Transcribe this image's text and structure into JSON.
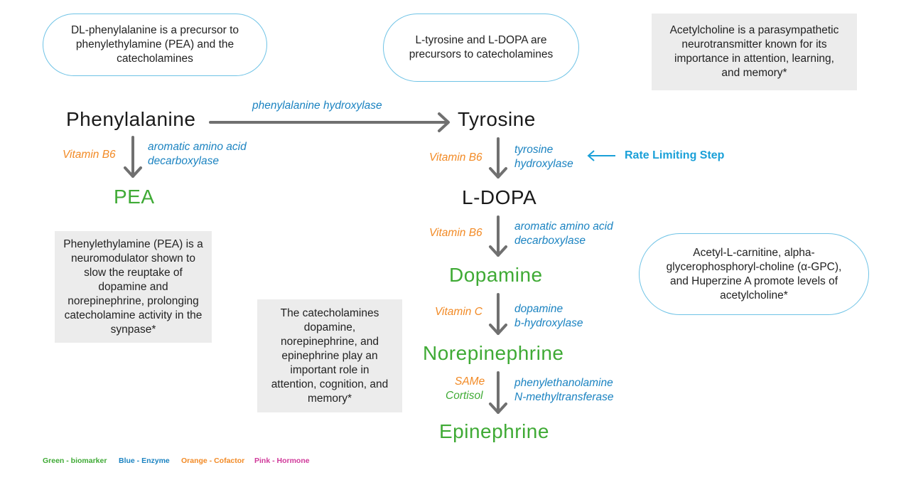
{
  "callouts": {
    "dl_phenylalanine": "DL-phenylalanine is a precursor to phenylethylamine (PEA) and the catecholamines",
    "tyrosine_ldopa": "L-tyrosine and L-DOPA are precursors to catecholamines",
    "acetylcholine": "Acetylcholine is a parasympathetic neurotransmitter known for its importance in attention, learning, and memory*",
    "acetylcholine_promoters": "Acetyl-L-carnitine, alpha-glycerophosphoryl-choline (α-GPC), and Huperzine A promote levels of acetylcholine*",
    "pea_info": "Phenylethylamine (PEA) is a neuromodulator shown to slow the reuptake of dopamine and norepinephrine, prolonging catecholamine activity in the synpase*",
    "catecholamines_info": "The catecholamines dopamine, norepinephrine, and epinephrine play an important role in attention, cognition, and memory*"
  },
  "nodes": {
    "phenylalanine": "Phenylalanine",
    "tyrosine": "Tyrosine",
    "pea": "PEA",
    "ldopa": "L-DOPA",
    "dopamine": "Dopamine",
    "norepinephrine": "Norepinephrine",
    "epinephrine": "Epinephrine"
  },
  "enzymes": {
    "phe_to_tyr": "phenylalanine hydroxylase",
    "phe_to_pea": [
      "aromatic amino acid",
      "decarboxylase"
    ],
    "tyr_to_ldopa": [
      "tyrosine",
      "hydroxylase"
    ],
    "ldopa_to_dopamine": [
      "aromatic amino acid",
      "decarboxylase"
    ],
    "dopamine_to_ne": [
      "dopamine",
      "b-hydroxylase"
    ],
    "ne_to_epi": [
      "phenylethanolamine",
      "N-methyltransferase"
    ]
  },
  "cofactors": {
    "phe_to_pea": "Vitamin B6",
    "tyr_to_ldopa": "Vitamin B6",
    "ldopa_to_dopamine": "Vitamin B6",
    "dopamine_to_ne": "Vitamin C",
    "ne_to_epi_1": "SAMe",
    "ne_to_epi_2": "Cortisol"
  },
  "rate_limiting": "Rate Limiting Step",
  "legend": [
    {
      "label": "Green - biomarker",
      "color": "#3faa35"
    },
    {
      "label": "Blue - Enzyme",
      "color": "#1b83c1"
    },
    {
      "label": "Orange - Cofactor",
      "color": "#f28a25"
    },
    {
      "label": "Pink - Hormone",
      "color": "#d0399a"
    }
  ]
}
